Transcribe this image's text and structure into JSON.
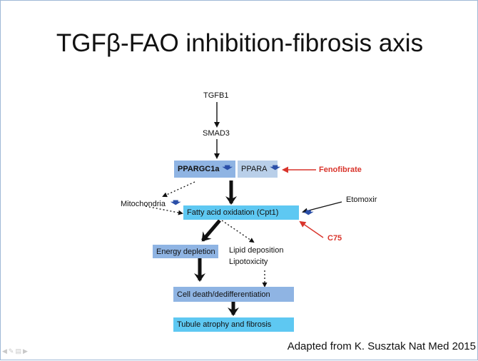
{
  "title": "TGFβ-FAO inhibition-fibrosis axis",
  "nodes": {
    "tgfb1": "TGFB1",
    "smad3": "SMAD3",
    "ppargc1a": "PPARGC1a",
    "ppara": "PPARA",
    "mitochondria": "Mitochondria",
    "fao": "Fatty acid oxidation (Cpt1)",
    "energy": "Energy depletion",
    "lipid1": "Lipid deposition",
    "lipid2": "Lipotoxicity",
    "celldeath": "Cell death/dedifferentiation",
    "tubule": "Tubule atrophy and fibrosis",
    "etomoxir": "Etomoxir"
  },
  "drugs": {
    "fenofibrate": "Fenofibrate",
    "c75": "C75"
  },
  "down_arrow": "🡃",
  "credit": "Adapted from K. Susztak Nat Med 2015",
  "colors": {
    "box_blue": "#8fb4e3",
    "box_cyan": "#5ec8f2",
    "drug_red": "#d9342b",
    "down_arrow": "#2b4fa8"
  }
}
